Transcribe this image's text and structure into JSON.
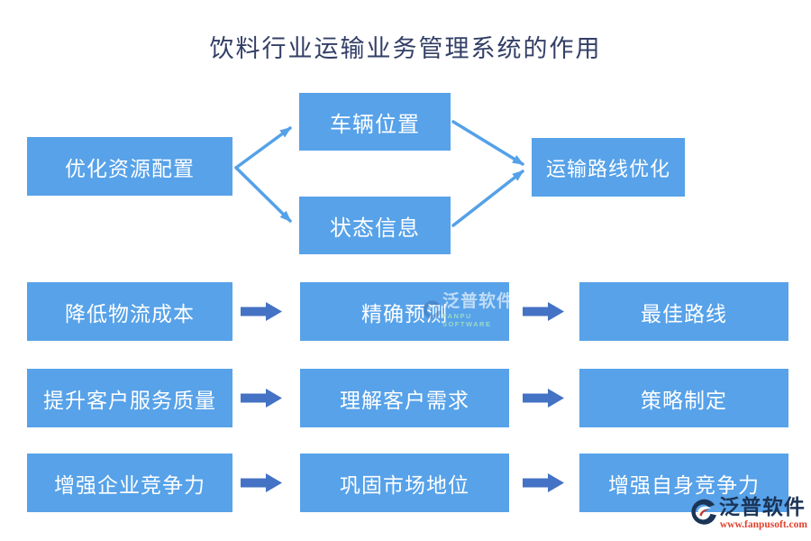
{
  "title": "饮料行业运输业务管理系统的作用",
  "colors": {
    "node_fill": "#57A2E9",
    "node_text": "#ffffff",
    "block_arrow": "#4472C4",
    "connector": "#54A1E8",
    "title_text": "#333F66",
    "brand_navy": "#1B3456",
    "brand_red": "#E2402C",
    "watermark_teal": "#9BD9C8"
  },
  "top_flow": {
    "source": "优化资源配置",
    "middle": [
      "车辆位置",
      "状态信息"
    ],
    "target": "运输路线优化"
  },
  "rows": [
    {
      "left": "降低物流成本",
      "middle": "精确预测",
      "right": "最佳路线"
    },
    {
      "left": "提升客户服务质量",
      "middle": "理解客户需求",
      "right": "策略制定"
    },
    {
      "left": "增强企业竞争力",
      "middle": "巩固市场地位",
      "right": "增强自身竞争力"
    }
  ],
  "watermark": {
    "name": "泛普软件",
    "subtitle": "FANPU SOFTWARE"
  },
  "brand": {
    "name": "泛普软件",
    "url": "www.fanpusoft.com"
  }
}
